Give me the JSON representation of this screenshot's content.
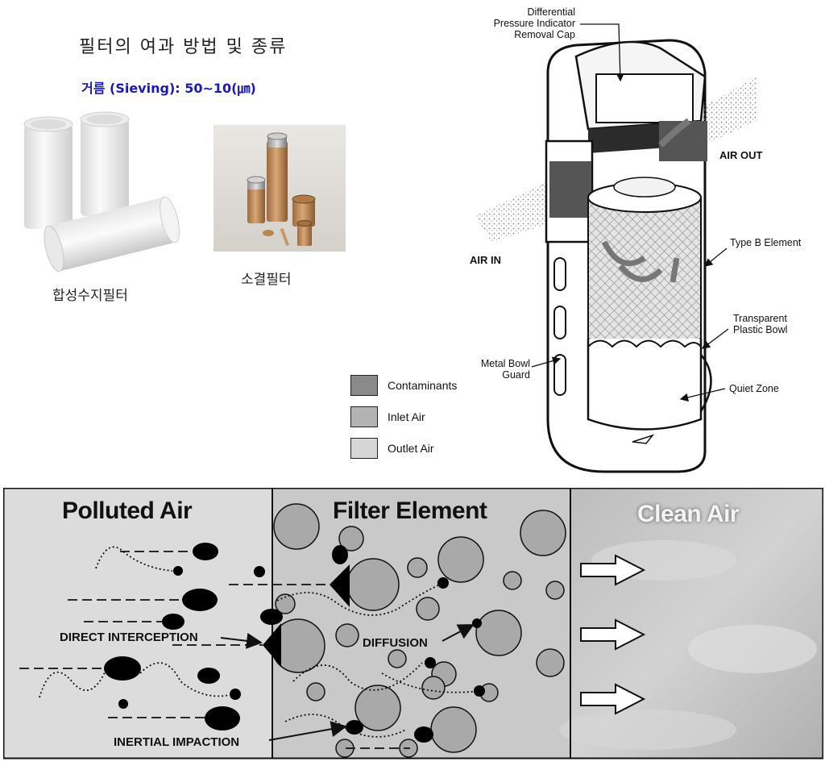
{
  "header": {
    "title": "필터의 여과 방법 및 종류",
    "sieving": "거름 (Sieving): 50~10(㎛)"
  },
  "products": {
    "synthetic_caption": "합성수지필터",
    "sintered_caption": "소결필터"
  },
  "cutaway": {
    "differential_label_1": "Differential",
    "differential_label_2": "Pressure Indicator",
    "differential_label_3": "Removal Cap",
    "air_out": "AIR OUT",
    "air_in": "AIR IN",
    "type_b": "Type B Element",
    "transparent_1": "Transparent",
    "transparent_2": "Plastic Bowl",
    "metal_1": "Metal Bowl",
    "metal_2": "Guard",
    "quiet_zone": "Quiet Zone"
  },
  "legend": [
    {
      "label": "Contaminants",
      "color": "#8a8a8a"
    },
    {
      "label": "Inlet Air",
      "color": "#b3b3b3"
    },
    {
      "label": "Outlet Air",
      "color": "#d6d6d6"
    }
  ],
  "mechanism": {
    "polluted_air": "Polluted Air",
    "filter_element": "Filter Element",
    "clean_air": "Clean Air",
    "direct_interception": "DIRECT INTERCEPTION",
    "diffusion": "DIFFUSION",
    "inertial_impaction": "INERTIAL IMPACTION"
  },
  "colors": {
    "sieving_text": "#1a1ab8",
    "polluted_bg": "#dcdcdc",
    "filter_bg": "#c9c9c9",
    "fiber": "#a9a9a9"
  }
}
